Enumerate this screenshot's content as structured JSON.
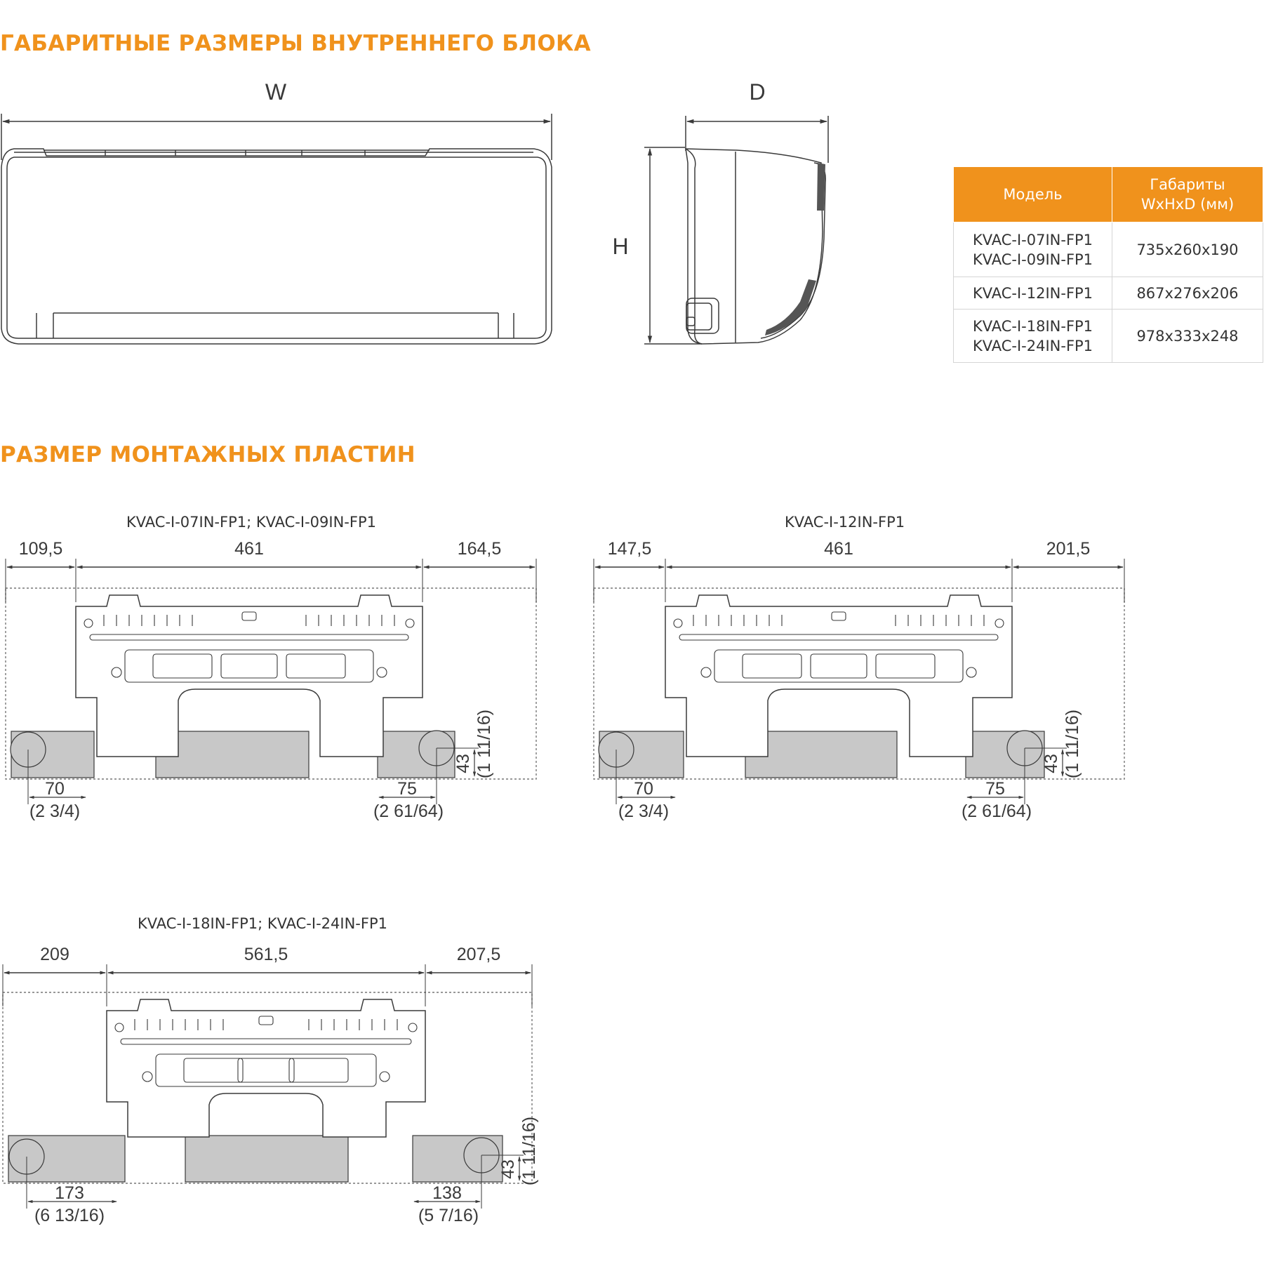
{
  "headings": {
    "outline": "ГАБАРИТНЫЕ РАЗМЕРЫ ВНУТРЕННЕГО БЛОКА",
    "plates": "РАЗМЕР МОНТАЖНЫХ ПЛАСТИН"
  },
  "unit_labels": {
    "w": "W",
    "d": "D",
    "h": "H"
  },
  "table": {
    "col_model": "Модель",
    "col_dims_line1": "Габариты",
    "col_dims_line2": "WxHxD (мм)",
    "rows": [
      {
        "model1": "KVAC-I-07IN-FP1",
        "model2": "KVAC-I-09IN-FP1",
        "dims": "735x260x190"
      },
      {
        "model1": "KVAC-I-12IN-FP1",
        "model2": "",
        "dims": "867x276x206"
      },
      {
        "model1": "KVAC-I-18IN-FP1",
        "model2": "KVAC-I-24IN-FP1",
        "dims": "978x333x248"
      }
    ]
  },
  "plates": [
    {
      "title": "KVAC-I-07IN-FP1; KVAC-I-09IN-FP1",
      "left": "109,5",
      "center": "461",
      "right": "164,5",
      "bl": "70",
      "bl_in": "(2 3/4)",
      "br": "75",
      "br_in": "(2 61/64)",
      "vert": "43",
      "vert_in": "(1 11/16)"
    },
    {
      "title": "KVAC-I-12IN-FP1",
      "left": "147,5",
      "center": "461",
      "right": "201,5",
      "bl": "70",
      "bl_in": "(2 3/4)",
      "br": "75",
      "br_in": "(2 61/64)",
      "vert": "43",
      "vert_in": "(1 11/16)"
    },
    {
      "title": "KVAC-I-18IN-FP1; KVAC-I-24IN-FP1",
      "left": "209",
      "center": "561,5",
      "right": "207,5",
      "bl": "173",
      "bl_in": "(6 13/16)",
      "br": "138",
      "br_in": "(5 7/16)",
      "vert": "43",
      "vert_in": "(1 11/16)"
    }
  ],
  "colors": {
    "accent": "#f0921c",
    "pipe_fill": "#c8c8c8",
    "line": "#3a3a3a"
  }
}
